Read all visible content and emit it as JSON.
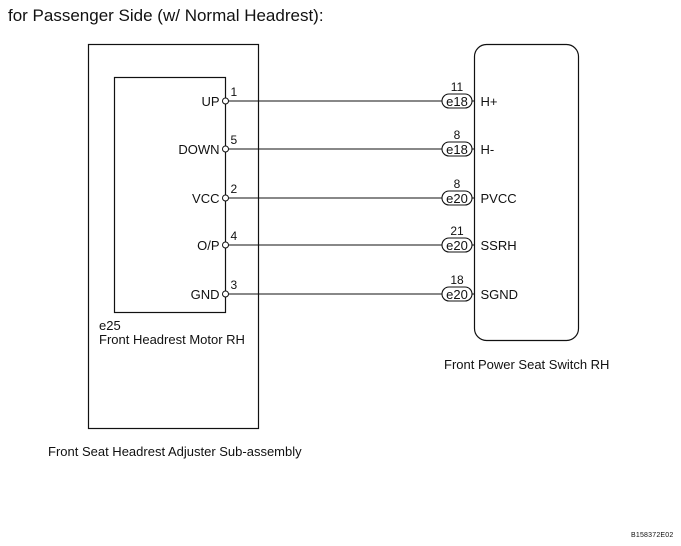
{
  "title": "for Passenger Side (w/ Normal Headrest):",
  "assembly_label": "Front Seat Headrest Adjuster Sub-assembly",
  "motor": {
    "code": "e25",
    "name": "Front Headrest Motor RH"
  },
  "switch": {
    "name": "Front Power Seat Switch RH"
  },
  "doc_code": "B158372E02",
  "circuits": [
    {
      "motor_pin_label": "UP",
      "motor_pin_no": "1",
      "switch_pin_no": "11",
      "connector": "e18",
      "switch_pin_label": "H+"
    },
    {
      "motor_pin_label": "DOWN",
      "motor_pin_no": "5",
      "switch_pin_no": "8",
      "connector": "e18",
      "switch_pin_label": "H-"
    },
    {
      "motor_pin_label": "VCC",
      "motor_pin_no": "2",
      "switch_pin_no": "8",
      "connector": "e20",
      "switch_pin_label": "PVCC"
    },
    {
      "motor_pin_label": "O/P",
      "motor_pin_no": "4",
      "switch_pin_no": "21",
      "connector": "e20",
      "switch_pin_label": "SSRH"
    },
    {
      "motor_pin_label": "GND",
      "motor_pin_no": "3",
      "switch_pin_no": "18",
      "connector": "e20",
      "switch_pin_label": "SGND"
    }
  ]
}
